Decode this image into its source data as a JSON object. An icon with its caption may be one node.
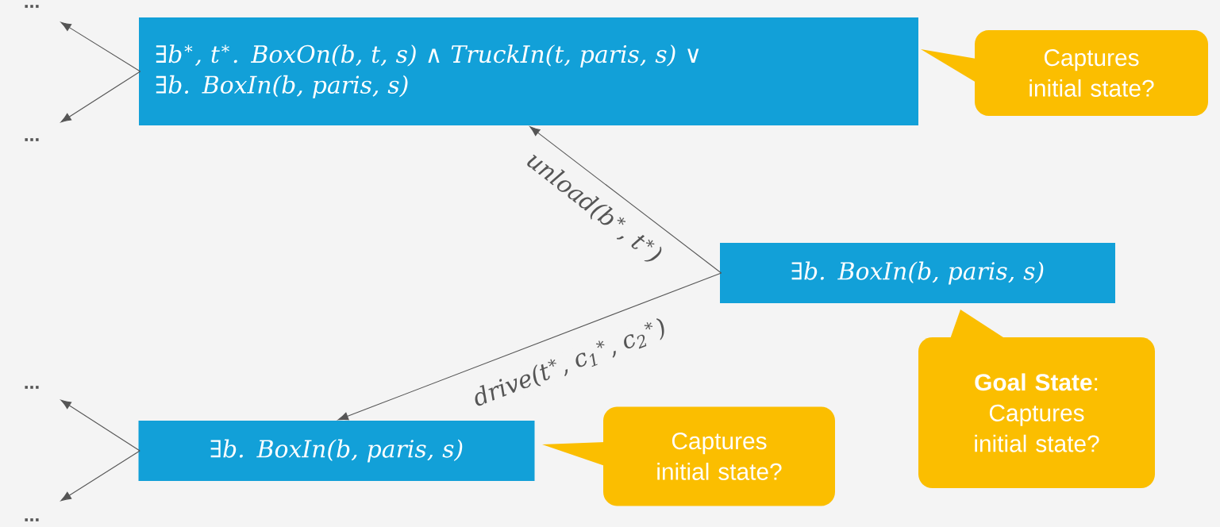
{
  "diagram": {
    "nodes": [
      {
        "text": [
          "∃b$^{∗}$, t$^{∗}$. BoxOn(b, t, s) ∧ TruckIn(t, paris, s) ∨ ∃b. BoxIn(b, paris, s)"
        ]
      },
      {
        "text": [
          "∃b. BoxIn(b, paris, s)"
        ]
      },
      {
        "text": [
          "∃b. BoxIn(b, paris, s)"
        ]
      },
      {
        "text": [
          "Captures initial state?"
        ]
      },
      {
        "text": [
          "**Goal State**: Captures initial state?"
        ]
      },
      {
        "text": [
          "Captures initial state?"
        ]
      }
    ],
    "edges": [
      {
        "from": 1,
        "to": 0,
        "arrow": "to",
        "label": "unload(b$^{∗}$, t$^{∗}$)"
      },
      {
        "from": 1,
        "to": 2,
        "arrow": "to",
        "label": "drive(t$^{∗}$, c$_{1}$$^{∗}$, c$_{2}$$^{∗}$)"
      },
      {
        "from": 0,
        "to": null,
        "arrow": "to"
      },
      {
        "from": 0,
        "to": null,
        "arrow": "to"
      },
      {
        "from": 2,
        "to": null,
        "arrow": "to"
      },
      {
        "from": 2,
        "to": null,
        "arrow": "to"
      }
    ],
    "labels": [
      "...",
      "...",
      "...",
      "..."
    ]
  }
}
